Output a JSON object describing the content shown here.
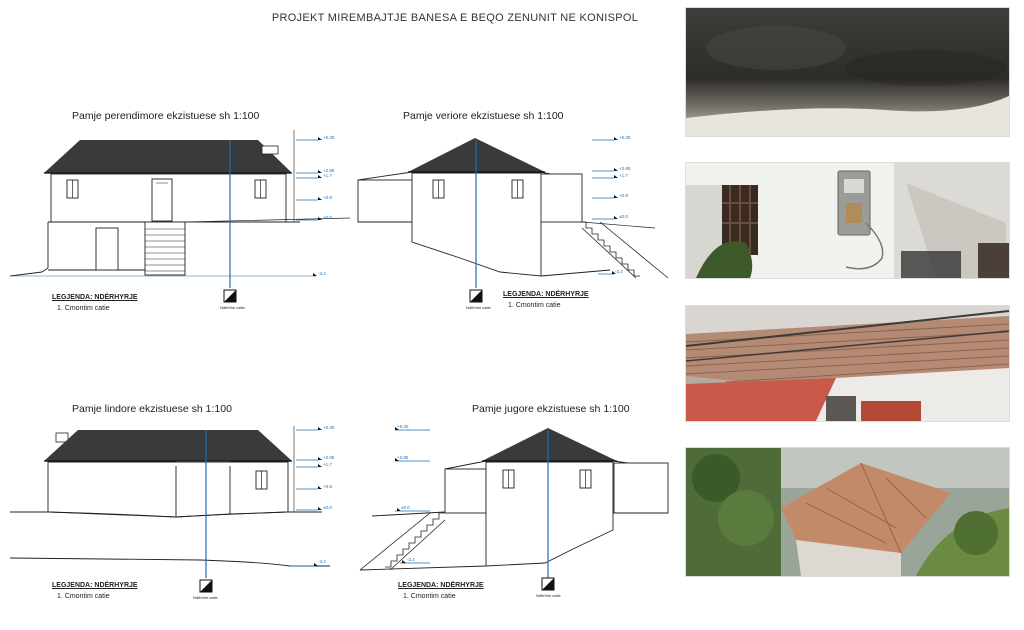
{
  "sheet": {
    "title": "PROJEKT MIREMBAJTJE BANESA E BEQO ZENUNIT NE KONISPOL"
  },
  "views": [
    {
      "id": "west",
      "title": "Pamje perendimore ekzistuese  sh 1:100",
      "legend_heading": "LEGJENDA: NDËRHYRJE",
      "legend_item": "1.  Cmontim catie",
      "symbol_caption": "Ndërhim catie"
    },
    {
      "id": "north",
      "title": "Pamje veriore ekzistuese  sh 1:100",
      "legend_heading": "LEGJENDA: NDËRHYRJE",
      "legend_item": "1.  Cmontim catie",
      "symbol_caption": "Ndërhim catie"
    },
    {
      "id": "east",
      "title": "Pamje lindore ekzistuese  sh 1:100",
      "legend_heading": "LEGJENDA: NDËRHYRJE",
      "legend_item": "1.  Cmontim catie",
      "symbol_caption": "Ndërhim catie"
    },
    {
      "id": "south",
      "title": "Pamje jugore ekzistuese  sh 1:100",
      "legend_heading": "LEGJENDA: NDËRHYRJE",
      "legend_item": "1.  Cmontim catie",
      "symbol_caption": "Ndërhim catie"
    }
  ],
  "level_marks": [
    "+5.30",
    "+2.85",
    "+1.7",
    "+0.9",
    "±0.0",
    "-3.2"
  ],
  "colors": {
    "roof": "#3a3a3a",
    "wall_line": "#1a1a1a",
    "section_line": "#1a6fb5"
  },
  "photos": [
    {
      "name": "photo-wall-damp",
      "subject": "damp stained wall"
    },
    {
      "name": "photo-electric-meter",
      "subject": "wall with window and electric meter"
    },
    {
      "name": "photo-roof-tiles",
      "subject": "clay tile roof"
    },
    {
      "name": "photo-hip-roof",
      "subject": "hip roof with vegetation"
    }
  ]
}
